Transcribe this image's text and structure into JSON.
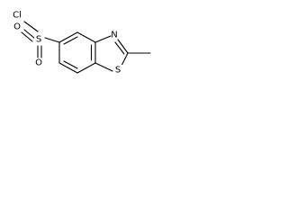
{
  "molecule": {
    "atoms": {
      "chlorine": "Cl",
      "sulfur_sulfonyl": "S",
      "oxygen_top": "O",
      "oxygen_bottom": "O",
      "nitrogen": "N",
      "sulfur_ring": "S"
    }
  }
}
